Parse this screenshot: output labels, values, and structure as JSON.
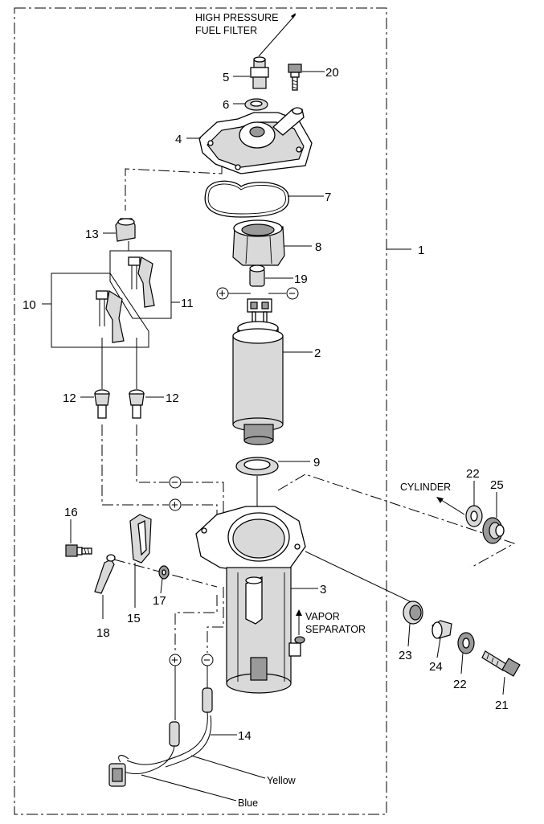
{
  "callouts": {
    "p1": "1",
    "p2": "2",
    "p3": "3",
    "p4": "4",
    "p5": "5",
    "p6": "6",
    "p7": "7",
    "p8": "8",
    "p9": "9",
    "p10": "10",
    "p11": "11",
    "p12a": "12",
    "p12b": "12",
    "p13": "13",
    "p14": "14",
    "p15": "15",
    "p16": "16",
    "p17": "17",
    "p18": "18",
    "p19": "19",
    "p20": "20",
    "p21": "21",
    "p22a": "22",
    "p22b": "22",
    "p23": "23",
    "p24": "24",
    "p25": "25"
  },
  "captions": {
    "high_pressure_line1": "HIGH PRESSURE",
    "high_pressure_line2": "FUEL  FILTER",
    "cylinder": "CYLINDER",
    "vapor_line1": "VAPOR",
    "vapor_line2": "SEPARATOR",
    "yellow": "Yellow",
    "blue": "Blue"
  },
  "polarity": {
    "plus": "+",
    "minus": "−"
  },
  "icons": [
    "plus-polarity-icon",
    "minus-polarity-icon",
    "direction-arrow-icon"
  ]
}
